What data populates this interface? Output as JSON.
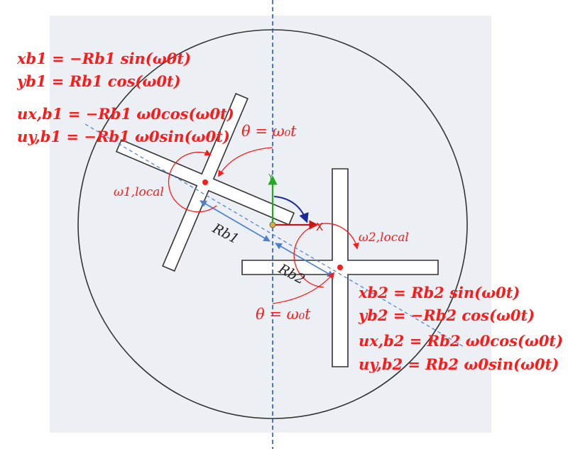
{
  "colors": {
    "panel": "#eceff4",
    "outline": "#333333",
    "annotation": "#ff1a1a",
    "axis_dashed": "#2a55c8",
    "radius_arrow": "#4a7fd4",
    "frame_x": "#c01818",
    "frame_y": "#22aa22",
    "frame_arc": "#1a2a9a"
  },
  "axes": {
    "x_label": "X",
    "y_label": "Y"
  },
  "labels": {
    "theta_top": "θ = ω₀t",
    "theta_bottom": "θ = ω₀t",
    "omega_1": "ω1,local",
    "omega_2": "ω2,local",
    "r_b1": "Rb1",
    "r_b2": "Rb2"
  },
  "equations_b1": {
    "x": "xb1 = −Rb1 sin(ω0t)",
    "y": "yb1 =   Rb1 cos(ω0t)",
    "ux": "ux,b1 = −Rb1 ω0cos(ω0t)",
    "uy": "uy,b1 = −Rb1 ω0sin(ω0t)"
  },
  "equations_b2": {
    "x": "xb2 =     Rb2 sin(ω0t)",
    "y": "yb2 = −Rb2 cos(ω0t)",
    "ux": "ux,b2 = Rb2 ω0cos(ω0t)",
    "uy": "uy,b2 = Rb2 ω0sin(ω0t)"
  }
}
